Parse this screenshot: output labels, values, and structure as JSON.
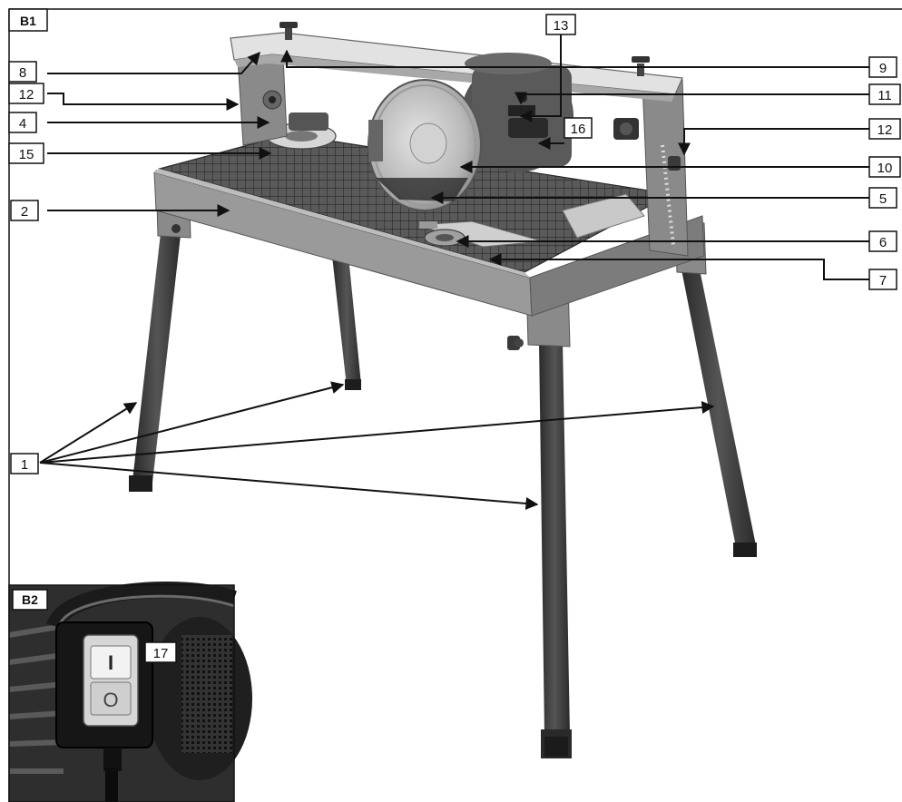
{
  "figure": {
    "main_panel_label": "B1",
    "inset_panel_label": "B2",
    "switch_on_symbol": "I",
    "switch_off_symbol": "O"
  },
  "callouts": {
    "c1": "1",
    "c2": "2",
    "c4": "4",
    "c5": "5",
    "c6": "6",
    "c7": "7",
    "c8": "8",
    "c9": "9",
    "c10": "10",
    "c11": "11",
    "c12_left": "12",
    "c12_right": "12",
    "c13": "13",
    "c15": "15",
    "c16": "16",
    "c17": "17"
  },
  "colors": {
    "frame_dark": "#3a3a3a",
    "frame_mid": "#7a7a7a",
    "rail_light": "#d9d9d9",
    "blade_light": "#bdbdbd",
    "table_grid": "#4a4a4a"
  }
}
